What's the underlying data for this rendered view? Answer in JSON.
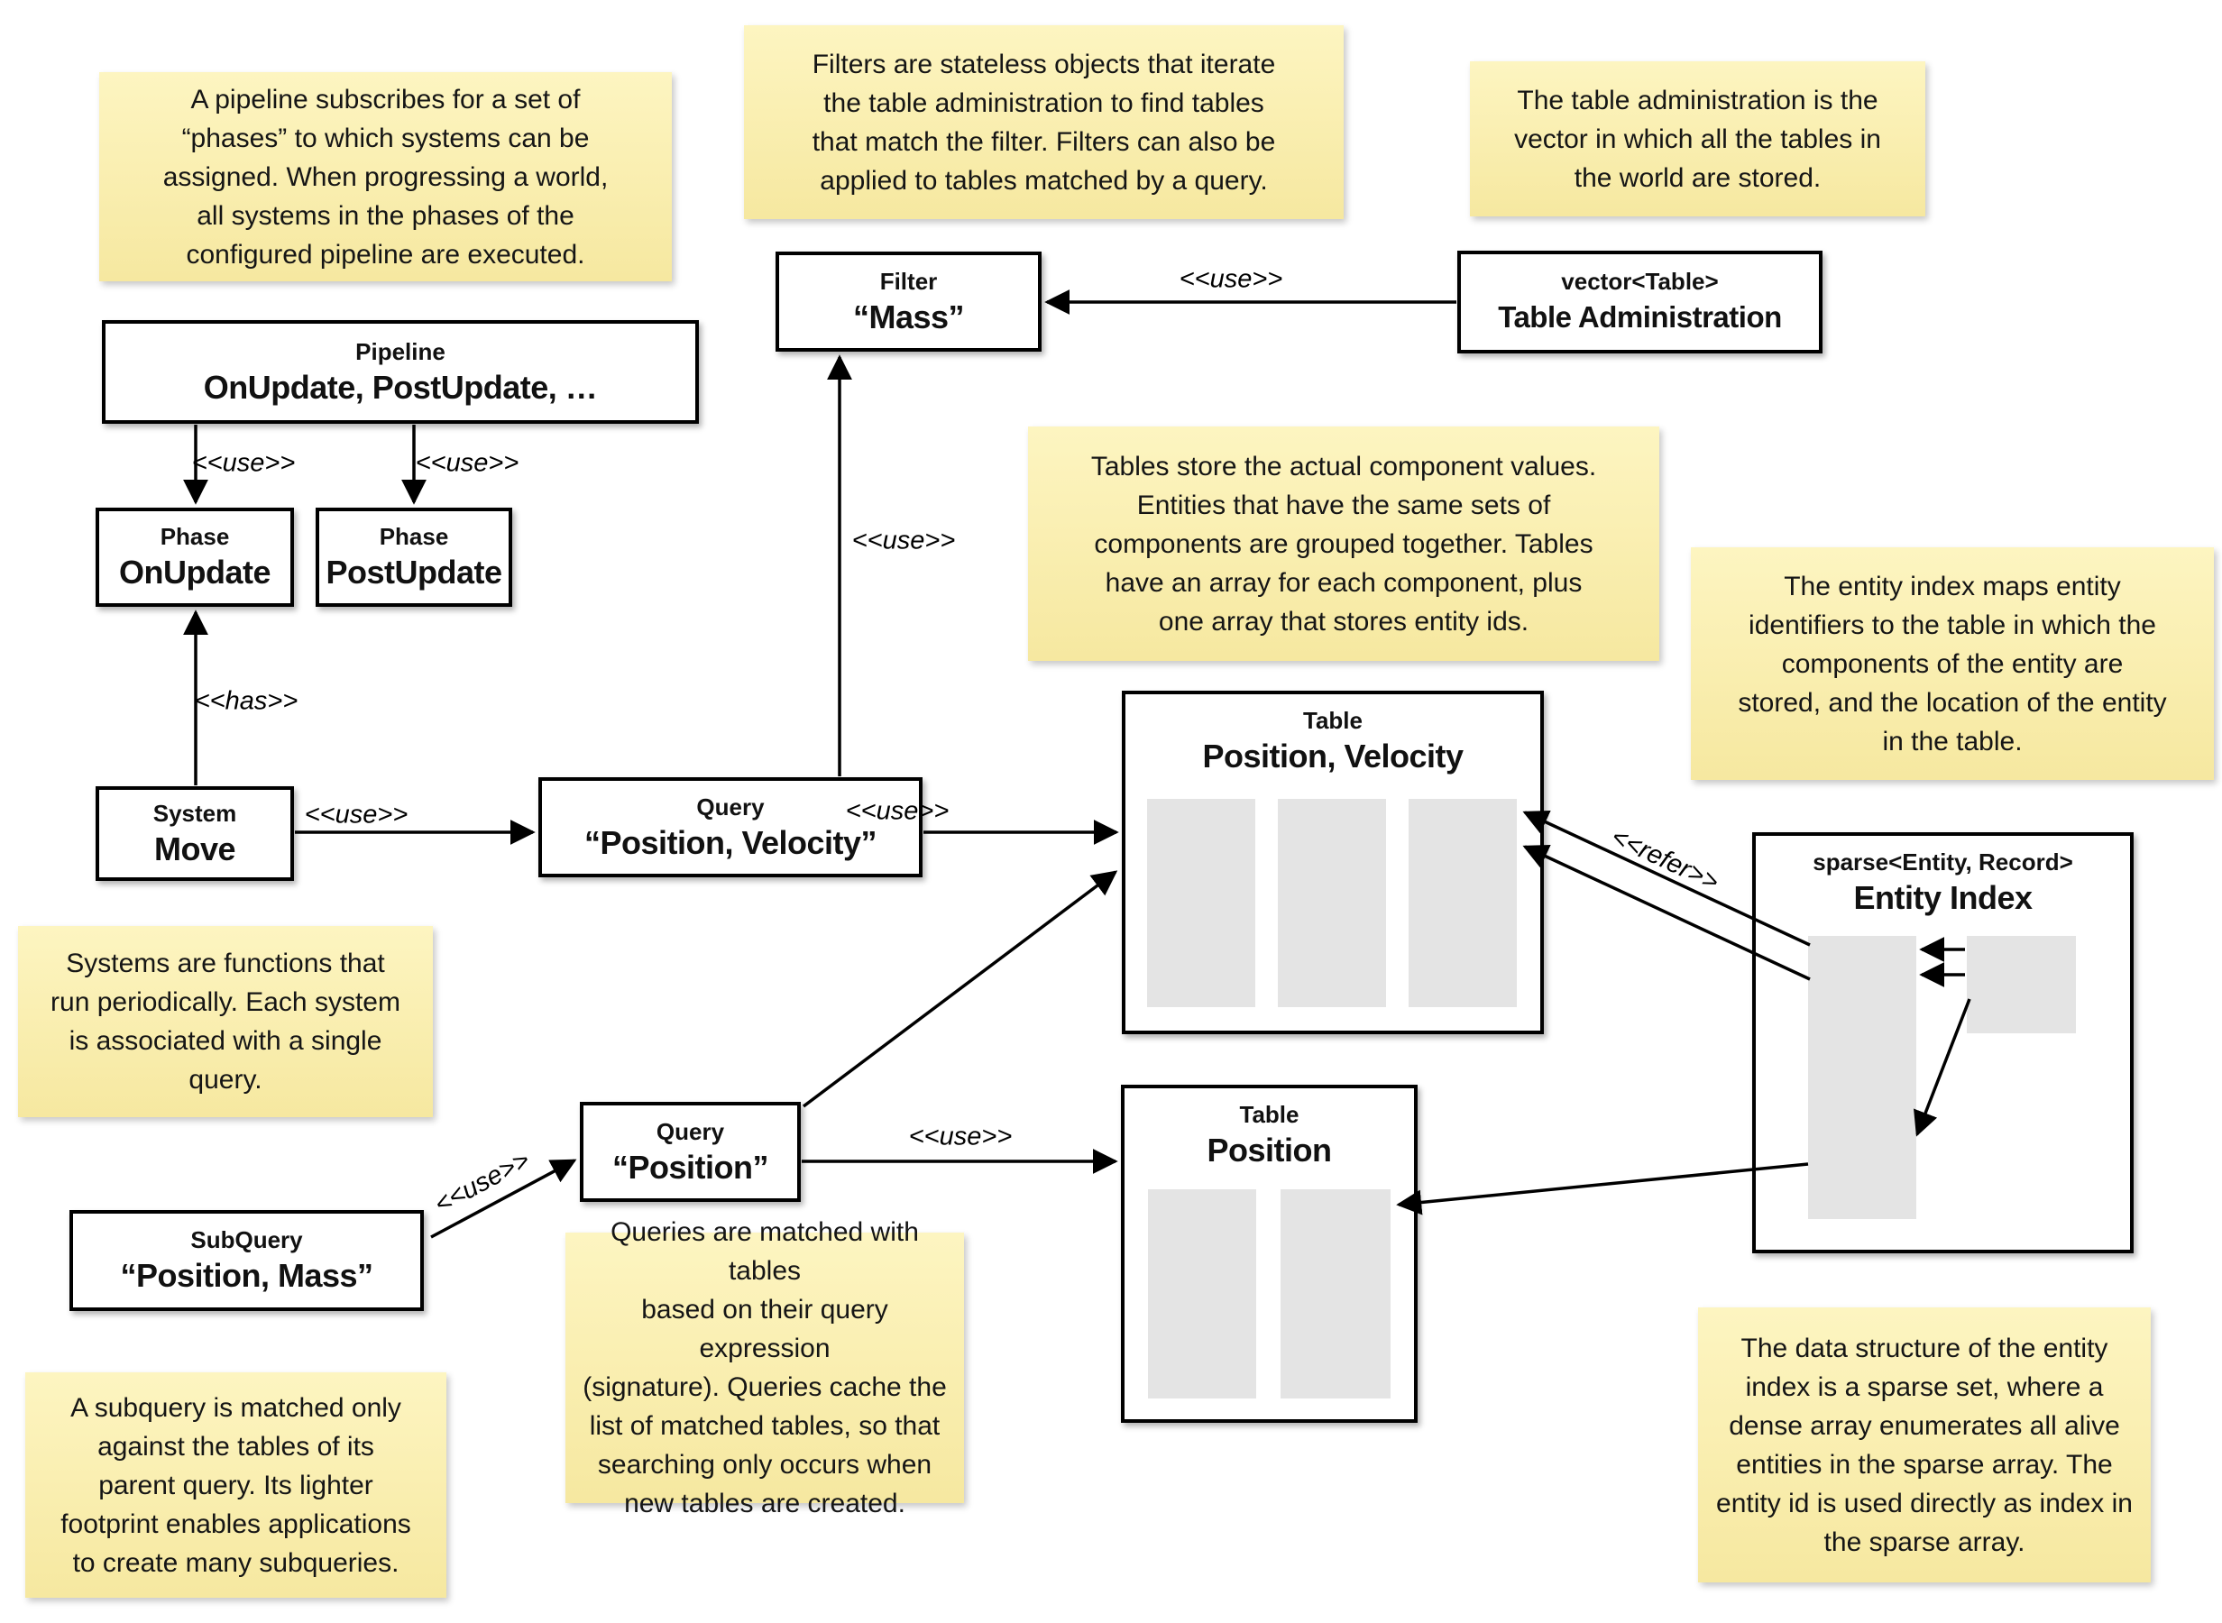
{
  "colors": {
    "note_top": "#fdf5c1",
    "note_bottom": "#f6e8a0",
    "ink": "#111111",
    "box_border": "#000000",
    "box_bg": "#ffffff",
    "array_gray": "#e4e4e4"
  },
  "notes": {
    "pipeline": "A pipeline subscribes for a set of\n“phases” to which systems can be\nassigned. When progressing a world,\nall systems in the phases of the\nconfigured pipeline are executed.",
    "filters": "Filters are stateless objects that iterate\nthe table administration to find tables\nthat match the filter. Filters can also be\napplied to tables matched by a query.",
    "table_admin": "The table administration is the\nvector in which all the tables in\nthe world are stored.",
    "tables": "Tables store the actual component values.\nEntities that have the same sets of\ncomponents are grouped together. Tables\nhave an array for each component, plus\none array that stores entity ids.",
    "entity_index": "The entity index maps entity\nidentifiers to the table in which the\ncomponents of the entity are\nstored, and the location of the entity\nin the table.",
    "systems": "Systems are functions that\nrun periodically. Each system\nis associated with a single\nquery.",
    "queries": "Queries are matched with tables\nbased on their query expression\n(signature). Queries cache the\nlist of matched tables, so that\nsearching only occurs when\nnew tables are created.",
    "subquery": "A subquery is matched only\nagainst the tables of its\nparent query. Its lighter\nfootprint enables applications\nto create many subqueries.",
    "sparse_set": "The data structure of the entity\nindex is a sparse set, where a\ndense array enumerates all alive\nentities in the sparse array. The\nentity id is used directly as index in\nthe sparse array."
  },
  "boxes": {
    "pipeline": {
      "title": "Pipeline",
      "value": "OnUpdate, PostUpdate, …"
    },
    "phase_onupdate": {
      "title": "Phase",
      "value": "OnUpdate"
    },
    "phase_postupdate": {
      "title": "Phase",
      "value": "PostUpdate"
    },
    "system_move": {
      "title": "System",
      "value": "Move"
    },
    "query_posvel": {
      "title": "Query",
      "value": "“Position, Velocity”"
    },
    "filter_mass": {
      "title": "Filter",
      "value": "“Mass”"
    },
    "table_admin": {
      "title": "vector<Table>",
      "value": "Table Administration"
    },
    "table_posvel": {
      "title": "Table",
      "value": "Position, Velocity"
    },
    "table_pos": {
      "title": "Table",
      "value": "Position"
    },
    "entity_index": {
      "title": "sparse<Entity, Record>",
      "value": "Entity Index"
    },
    "subquery": {
      "title": "SubQuery",
      "value": "“Position, Mass”"
    },
    "query_pos": {
      "title": "Query",
      "value": "“Position”"
    }
  },
  "edge_labels": {
    "use": "<<use>>",
    "has": "<<has>>",
    "refer": "<<refer>>"
  }
}
